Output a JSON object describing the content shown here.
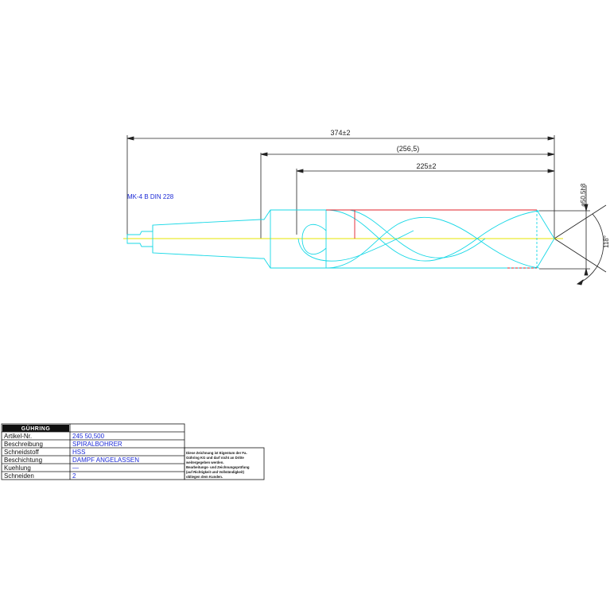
{
  "dimensions": {
    "overall_length": "374±2",
    "body_length": "(256,5)",
    "flute_length": "225±2",
    "diameter": "ø50,5h8",
    "point_angle": "118°"
  },
  "taper_spec": "MK-4 B DIN 228",
  "title_block": {
    "logo": "GÜHRING",
    "rows": [
      {
        "label": "Artikel-Nr.",
        "value": "245 50,500"
      },
      {
        "label": "Beschreibung",
        "value": "SPIRALBOHRER"
      },
      {
        "label": "Schneidstoff",
        "value": "HSS"
      },
      {
        "label": "Beschichtung",
        "value": "DAMPF ANGELASSEN"
      },
      {
        "label": "Kuehlung",
        "value": "—"
      },
      {
        "label": "Schneiden",
        "value": "2"
      }
    ]
  },
  "notice_lines": [
    "Diese Zeichnung ist Eigentum der Fa.",
    "Gühring KG und darf nicht an Dritte",
    "weitergegeben werden.",
    "Bearbeitungs- und Zeichnungsprüfung",
    "(auf Richtigkeit und Vollständigkeit)",
    "obliegen dem Kunden."
  ],
  "colors": {
    "outline": "#18d8e6",
    "centerline": "#e6e600",
    "accent_red": "#e0202a",
    "dimension": "#222222",
    "text_blue": "#1d2bd6"
  }
}
